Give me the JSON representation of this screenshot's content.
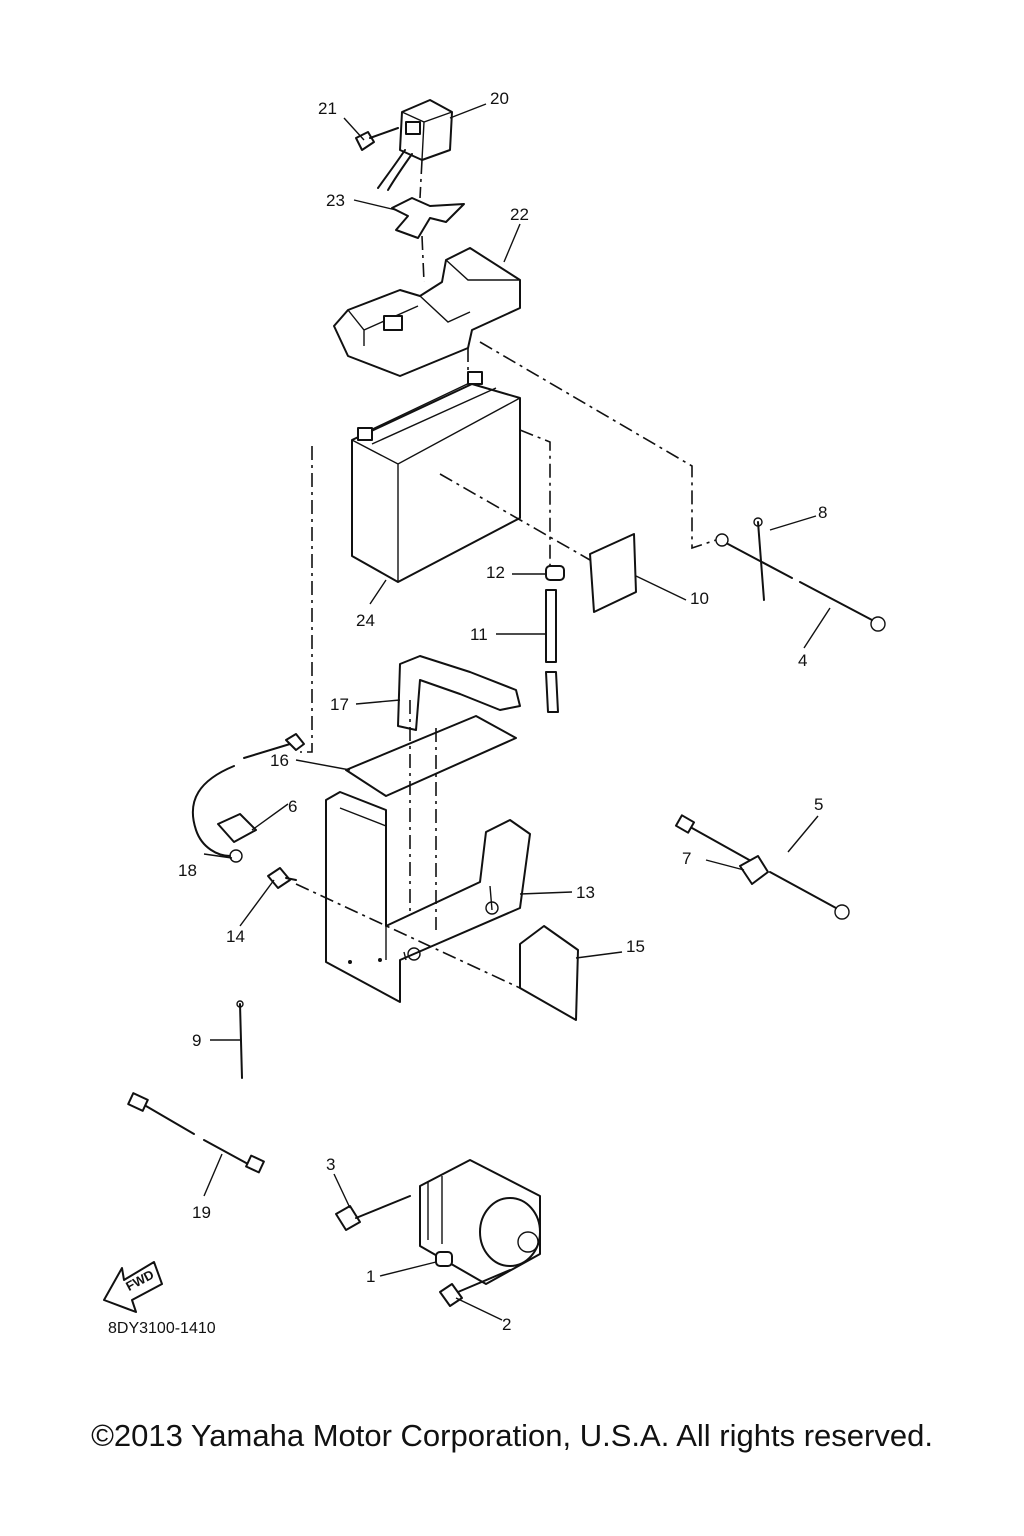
{
  "diagram": {
    "callouts": [
      "1",
      "2",
      "3",
      "4",
      "5",
      "6",
      "7",
      "8",
      "9",
      "10",
      "11",
      "12",
      "13",
      "14",
      "15",
      "16",
      "17",
      "18",
      "19",
      "20",
      "21",
      "22",
      "23",
      "24"
    ],
    "fwd_label": "FWD",
    "drawing_code": "8DY3100-1410",
    "copyright": "©2013 Yamaha Motor Corporation, U.S.A. All rights reserved."
  }
}
